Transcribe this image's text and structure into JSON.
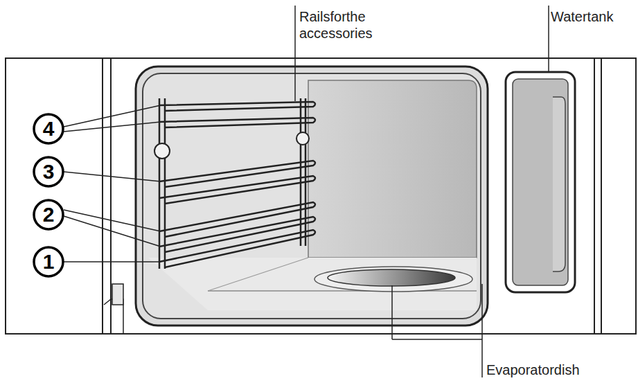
{
  "diagram": {
    "labels": [
      "Railsforthe accessories",
      "Watertank",
      "Evaporatordish",
      "4",
      "3",
      "2",
      "1"
    ]
  }
}
